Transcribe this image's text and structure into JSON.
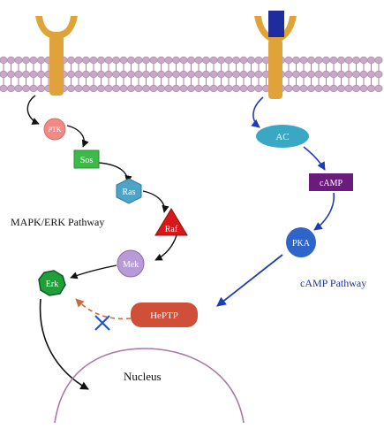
{
  "pathways": {
    "mapk_label": "MAPK/ERK Pathway",
    "camp_label": "cAMP Pathway"
  },
  "nodes": {
    "ptk": "PTK",
    "sos": "Sos",
    "ras": "Ras",
    "raf": "Raf",
    "mek": "Mek",
    "erk": "Erk",
    "ac": "AC",
    "camp": "cAMP",
    "pka": "PKA",
    "heptp": "HePTP"
  },
  "nucleus": {
    "label": "Nucleus"
  },
  "colors": {
    "membrane": "#c9a8c6",
    "membrane_line": "#a680a3",
    "receptor": "#e0a33a",
    "ligand": "#1f2c9e",
    "ptk": "#f08a85",
    "sos": "#3fb84a",
    "ras": "#4ea4c6",
    "raf": "#d81818",
    "mek": "#b89bd4",
    "erk": "#1f9e3a",
    "ac": "#3aa8c4",
    "camp": "#6a1c7c",
    "pka": "#2f64c8",
    "heptp": "#cf4f39",
    "camp_arrow": "#1f3cb8",
    "inhibit_arrow": "#cc6a3c",
    "inhibit_x": "#2356c8",
    "camp_text": "#2233a8"
  }
}
